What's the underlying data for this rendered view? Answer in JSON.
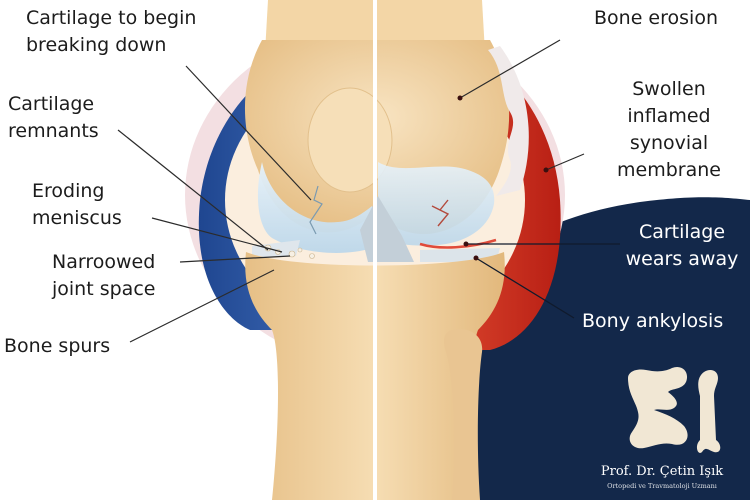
{
  "labels": {
    "cartilage_begin": "Cartilage to begin\nbreaking down",
    "cartilage_remnants": "Cartilage\nremnants",
    "eroding_meniscus": "Eroding\nmeniscus",
    "narrowed_joint": "Narroowed\njoint space",
    "bone_spurs": "Bone spurs",
    "bone_erosion": "Bone erosion",
    "synovial": "Swollen\ninflamed\nsynovial\nmembrane",
    "cartilage_wears": "Cartilage\nwears away",
    "ankylosis": "Bony ankylosis"
  },
  "brand": {
    "name": "Prof. Dr. Çetin Işık",
    "subtitle": "Ortopedi ve Travmatoloji Uzmanı"
  },
  "colors": {
    "navy_panel": "#13284a",
    "healthy_membrane": "#2f5aa8",
    "inflamed_membrane": "#d8382a",
    "bone": "#f2d6a8",
    "cartilage": "#cfe4f2"
  }
}
